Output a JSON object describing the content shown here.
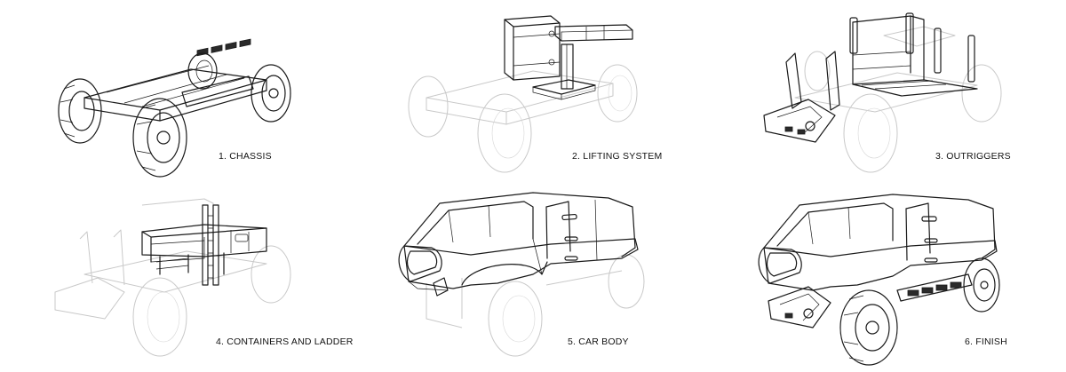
{
  "steps": [
    {
      "label": "1. CHASSIS"
    },
    {
      "label": "2. LIFTING SYSTEM"
    },
    {
      "label": "3. OUTRIGGERS"
    },
    {
      "label": "4. CONTAINERS AND LADDER"
    },
    {
      "label": "5. CAR BODY"
    },
    {
      "label": "6. FINISH"
    }
  ],
  "style": {
    "ink_color": "#1a1a1a",
    "ghost_color": "#c9c9c9",
    "background": "#ffffff"
  }
}
